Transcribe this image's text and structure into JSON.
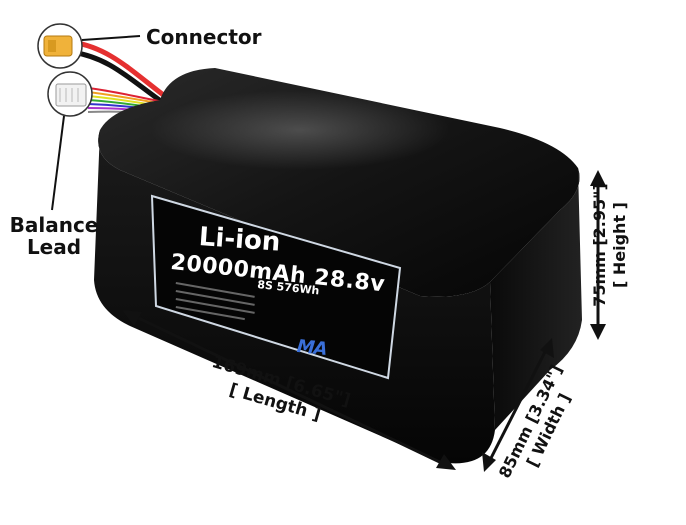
{
  "callouts": {
    "connector": "Connector",
    "balance_line1": "Balance",
    "balance_line2": "Lead"
  },
  "dimensions": {
    "length_line1": "169mm [6.65\"]",
    "length_line2": "[ Length ]",
    "width_line1": "85mm [3.34\"]",
    "width_line2": "[ Width ]",
    "height_line1": "75mm [2.95\"]",
    "height_line2": "[ Height ]"
  },
  "battery_label": {
    "chemistry": "Li-ion",
    "capacity_voltage": "20000mAh 28.8v",
    "config": "8S 576Wh",
    "brand": "MA"
  },
  "colors": {
    "battery_body": "#0b0b0b",
    "connector_yellow": "#f0b23a",
    "brand_blue": "#3a6fd8",
    "label_border": "#cfd8e3"
  }
}
